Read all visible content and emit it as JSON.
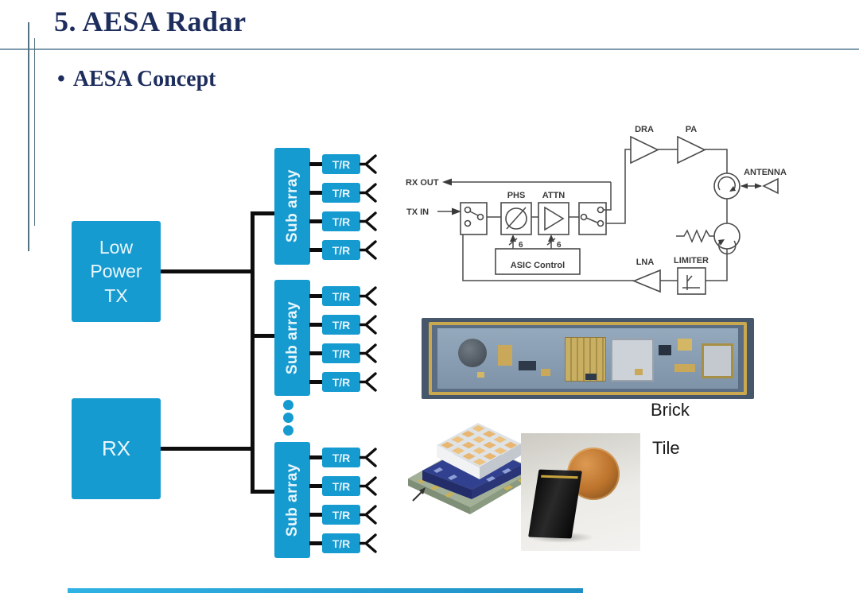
{
  "slide": {
    "title": "5. AESA Radar",
    "bullet_marker": "•",
    "bullet_text": "AESA Concept"
  },
  "diagram": {
    "tx_label": "Low\nPower\nTX",
    "rx_label": "RX",
    "subarray_label": "Sub array",
    "tr_label": "T/R"
  },
  "schematic": {
    "rx_out": "RX OUT",
    "tx_in": "TX IN",
    "phs": "PHS",
    "attn": "ATTN",
    "asic_control": "ASIC Control",
    "bus_width_1": "6",
    "bus_width_2": "6",
    "dra": "DRA",
    "pa": "PA",
    "antenna": "ANTENNA",
    "lna": "LNA",
    "limiter": "LIMITER"
  },
  "captions": {
    "brick": "Brick",
    "tile": "Tile"
  },
  "colors": {
    "accent_blue": "#169bd0",
    "title_navy": "#1d2d5c",
    "rule_slate": "#7e9cae",
    "wire_black": "#0d0d0d",
    "bottom_bar_blue": "#2fb2e4"
  }
}
